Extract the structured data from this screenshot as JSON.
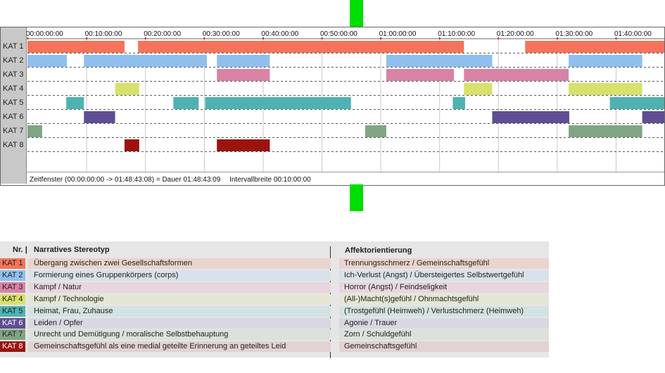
{
  "chart_data": {
    "type": "timeline",
    "tick_labels": [
      "00:00:00:00",
      "00:10:00:00",
      "00:20:00:00",
      "00:30:00:00",
      "00:40:00:00",
      "00:50:00:00",
      "01:00:00:00",
      "01:10:00:00",
      "01:20:00:00",
      "01:30:00:00",
      "01:40:00:00"
    ],
    "tick_minutes": [
      0,
      10,
      20,
      30,
      40,
      50,
      60,
      70,
      80,
      90,
      100
    ],
    "x_range_minutes": [
      0,
      108.7
    ],
    "grid": true,
    "categories": [
      {
        "label": "KAT 1",
        "color": "#f3745a",
        "segments": [
          [
            0,
            16.5
          ],
          [
            18.8,
            74.2
          ],
          [
            84.6,
            108.7
          ]
        ]
      },
      {
        "label": "KAT 2",
        "color": "#8fbfef",
        "segments": [
          [
            0,
            6.7
          ],
          [
            9.6,
            30.5
          ],
          [
            32.2,
            41.2
          ],
          [
            61.0,
            79.0
          ],
          [
            92.0,
            104.5
          ]
        ]
      },
      {
        "label": "KAT 3",
        "color": "#d883a6",
        "segments": [
          [
            32.2,
            41.2
          ],
          [
            61.0,
            72.5
          ],
          [
            74.2,
            92.0
          ]
        ]
      },
      {
        "label": "KAT 4",
        "color": "#d7e16b",
        "segments": [
          [
            14.9,
            19.0
          ],
          [
            74.2,
            79.0
          ],
          [
            92.0,
            104.5
          ]
        ]
      },
      {
        "label": "KAT 5",
        "color": "#4fb2b2",
        "segments": [
          [
            6.6,
            9.6
          ],
          [
            24.8,
            29.1
          ],
          [
            30.2,
            55.0
          ],
          [
            72.3,
            74.4
          ],
          [
            99.0,
            108.7
          ]
        ]
      },
      {
        "label": "KAT 6",
        "color": "#5f4e93",
        "segments": [
          [
            9.6,
            14.9
          ],
          [
            79.0,
            92.1
          ],
          [
            104.5,
            108.7
          ]
        ]
      },
      {
        "label": "KAT 7",
        "color": "#80a582",
        "segments": [
          [
            0,
            2.5
          ],
          [
            57.4,
            61.0
          ],
          [
            92.0,
            104.5
          ]
        ]
      },
      {
        "label": "KAT 8",
        "color": "#9c130c",
        "segments": [
          [
            16.5,
            19.0
          ],
          [
            32.2,
            41.2
          ]
        ]
      }
    ],
    "footer": {
      "window": "Zeitfenster (00:00:00:00 -> 01:48:43:08) = Dauer 01:48:43:09",
      "interval": "Intervallbreite 00:10:00:00"
    }
  },
  "legend": {
    "header_nr": "Nr. |",
    "header_stereotype": "Narratives Stereotyp",
    "header_affect": "Affektorientierung",
    "rows": [
      {
        "code": "KAT 1",
        "color": "#f3745a",
        "bg": "#ecd3cd",
        "stereotype": "Übergang zwischen zwei Gesellschaftsformen",
        "affect": "Trennungsschmerz / Gemeinschaftsgefühl"
      },
      {
        "code": "KAT 2",
        "color": "#8fbfef",
        "bg": "#d9e1ea",
        "stereotype": "Formierung eines Gruppenkörpers (corps)",
        "affect": "Ich-Verlust (Angst) / Übersteigertes Selbstwertgefühl"
      },
      {
        "code": "KAT 3",
        "color": "#d883a6",
        "bg": "#e7d6dd",
        "stereotype": "Kampf / Natur",
        "affect": "Horror (Angst) / Feindseligkeit"
      },
      {
        "code": "KAT 4",
        "color": "#d7e16b",
        "bg": "#e4e6d3",
        "stereotype": "Kampf / Technologie",
        "affect": "(All-)Macht(s)gefühl / Ohnmachtsgefühl"
      },
      {
        "code": "KAT 5",
        "color": "#4fb2b2",
        "bg": "#d3e2e2",
        "stereotype": "Heimat, Frau, Zuhause",
        "affect": "(Trostgefühl (Heimweh) / Verlustschmerz (Heimweh)"
      },
      {
        "code": "KAT 6",
        "color": "#5f4e93",
        "bg": "#d9d7e1",
        "stereotype": "Leiden / Opfer",
        "affect": "Agonie / Trauer"
      },
      {
        "code": "KAT 7",
        "color": "#80a582",
        "bg": "#dbe1db",
        "stereotype": "Unrecht und Demütigung / moralische Selbstbehauptung",
        "affect": "Zorn / Schuldgefühl"
      },
      {
        "code": "KAT 8",
        "color": "#9c130c",
        "bg": "#e3d2d1",
        "stereotype": "Gemeinschaftsgefühl als eine medial geteilte Erinnerung an geteiltes Leid",
        "affect": "Gemeinschaftsgefühl"
      }
    ]
  }
}
